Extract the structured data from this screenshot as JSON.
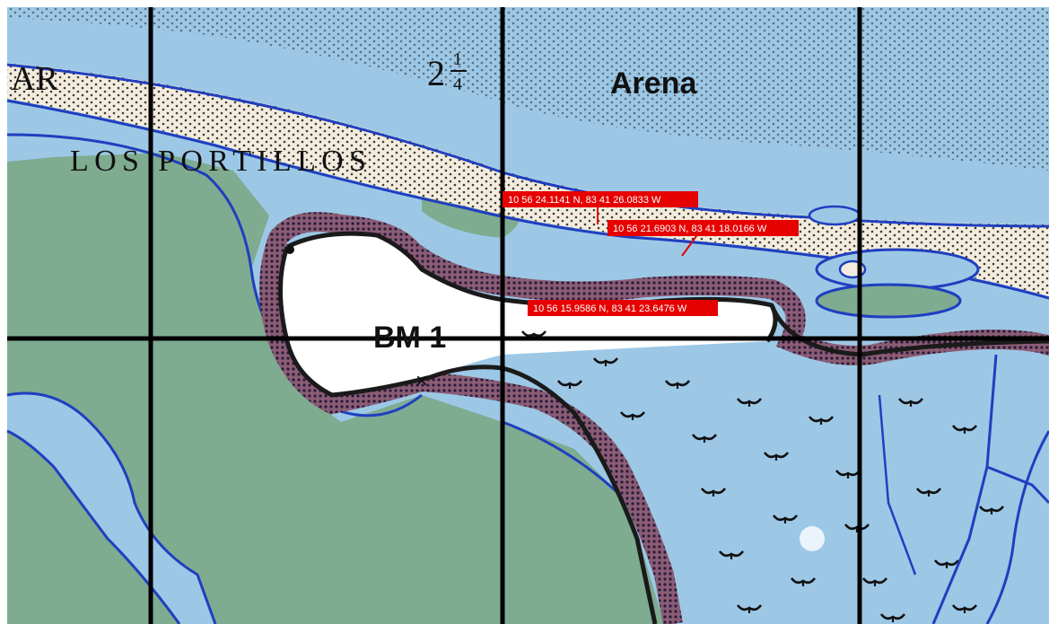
{
  "map": {
    "labels": {
      "ar": "AR",
      "place": "LOS PORTILLOS",
      "sand": "Arena",
      "depth_whole": "2",
      "depth_num": "1",
      "depth_den": "4",
      "benchmark": "BM 1"
    },
    "markers": [
      {
        "text": "10 56 24.1141 N,  83 41 26.0833 W"
      },
      {
        "text": "10 56 21.6903 N,  83 41 18.0166 W"
      },
      {
        "text": "10 56 15.9586 N,  83 41 23.6476 W"
      }
    ],
    "colors": {
      "water": "#9cc8e6",
      "land_green": "#7fab91",
      "sand": "#f3ecdc",
      "island": "#ffffff",
      "shoreline": "#1f3fbf",
      "marker_bg": "#e60000",
      "grid": "#000000"
    }
  }
}
